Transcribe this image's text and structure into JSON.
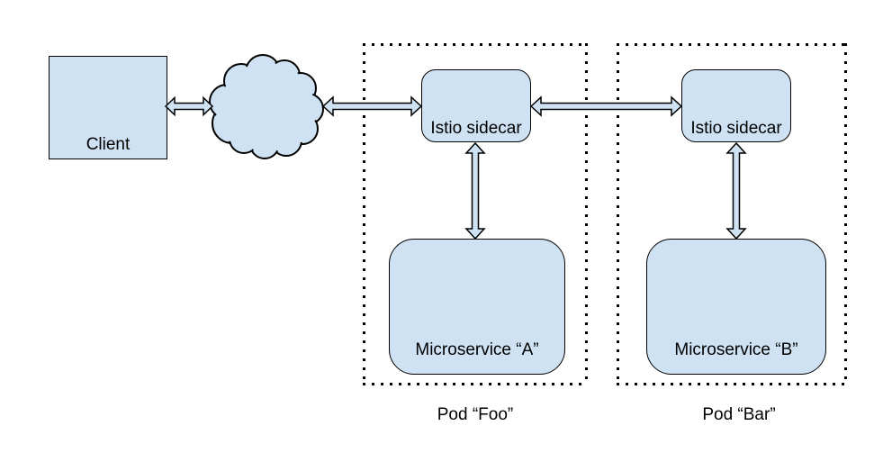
{
  "diagram": {
    "nodes": {
      "client": {
        "label": "Client"
      },
      "internet_cloud": {
        "icon": "cloud-icon"
      },
      "sidecar_foo": {
        "label": "Istio sidecar"
      },
      "sidecar_bar": {
        "label": "Istio sidecar"
      },
      "microservice_a": {
        "label": "Microservice “A”"
      },
      "microservice_b": {
        "label": "Microservice “B”"
      }
    },
    "pods": {
      "foo": {
        "label": "Pod “Foo”"
      },
      "bar": {
        "label": "Pod “Bar”"
      }
    },
    "edges": [
      {
        "from": "client",
        "to": "internet-cloud",
        "type": "bidirectional-arrow"
      },
      {
        "from": "internet-cloud",
        "to": "istio-sidecar-foo",
        "type": "bidirectional-arrow"
      },
      {
        "from": "istio-sidecar-foo",
        "to": "istio-sidecar-bar",
        "type": "bidirectional-arrow"
      },
      {
        "from": "istio-sidecar-foo",
        "to": "microservice-a",
        "type": "bidirectional-arrow"
      },
      {
        "from": "istio-sidecar-bar",
        "to": "microservice-b",
        "type": "bidirectional-arrow"
      }
    ],
    "colors": {
      "node_fill": "#cfe2f3",
      "stroke": "#000000",
      "pod_border": "#000000",
      "text": "#000000",
      "background": "#ffffff"
    }
  }
}
